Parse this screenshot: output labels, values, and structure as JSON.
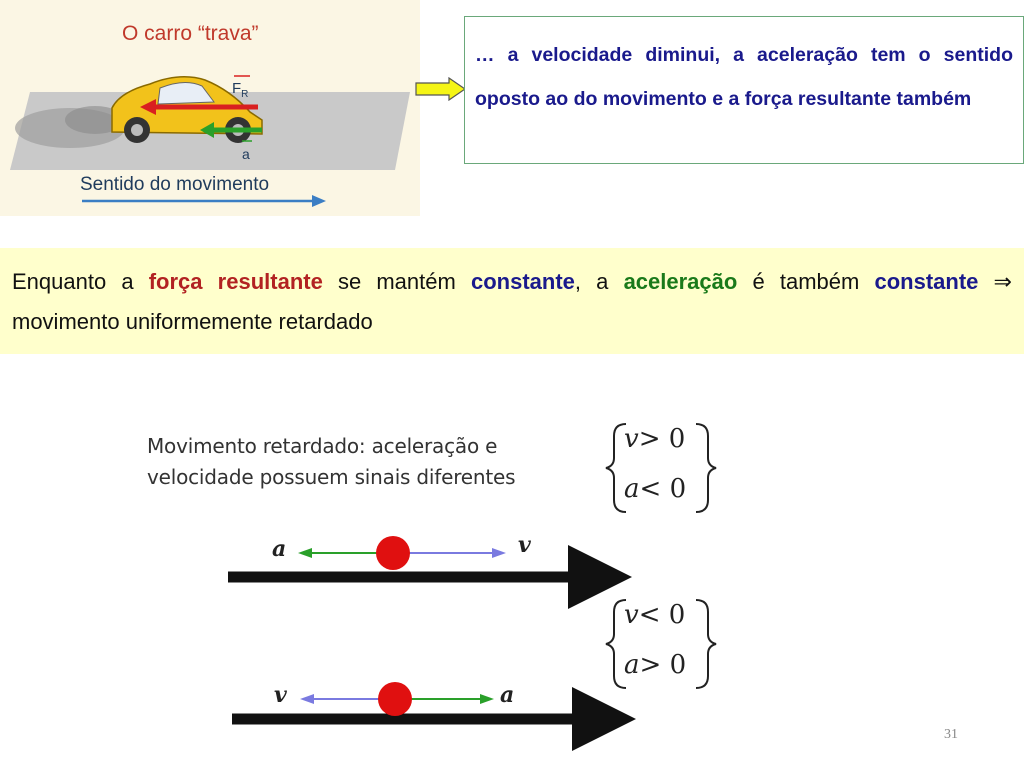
{
  "car_figure": {
    "title": "O carro “trava”",
    "force_label": "F",
    "force_subscript": "R",
    "acceleration_label": "a",
    "direction_label": "Sentido do movimento"
  },
  "callout": {
    "text": "… a velocidade diminui, a aceleração tem o sentido oposto ao do movimento e a força resultante também"
  },
  "statement": {
    "part1": "Enquanto a ",
    "highlight1": "força resultante",
    "part2": " se mantém ",
    "highlight2": "constante",
    "part3": ", a ",
    "highlight3": "aceleração",
    "part4": " é também ",
    "highlight4": "constante",
    "implies": " ⇒ ",
    "part5": "movimento uniformemente  retardado"
  },
  "diagram": {
    "title_line1": "Movimento retardado: aceleração e",
    "title_line2": "velocidade possuem sinais diferentes",
    "case1": {
      "cond1_var": "v",
      "cond1_op": "> 0",
      "cond2_var": "a",
      "cond2_op": "< 0",
      "left_label": "a",
      "right_label": "v"
    },
    "case2": {
      "cond1_var": "v",
      "cond1_op": "< 0",
      "cond2_var": "a",
      "cond2_op": "> 0",
      "left_label": "v",
      "right_label": "a"
    }
  },
  "page_number": "31",
  "colors": {
    "callout_text": "#1a1a8c",
    "band_background": "#ffffcc",
    "force_arrow": "#d92020",
    "accel_arrow": "#2aa02a",
    "velocity_arrow": "#7a7ae0",
    "ball": "#e01010"
  }
}
